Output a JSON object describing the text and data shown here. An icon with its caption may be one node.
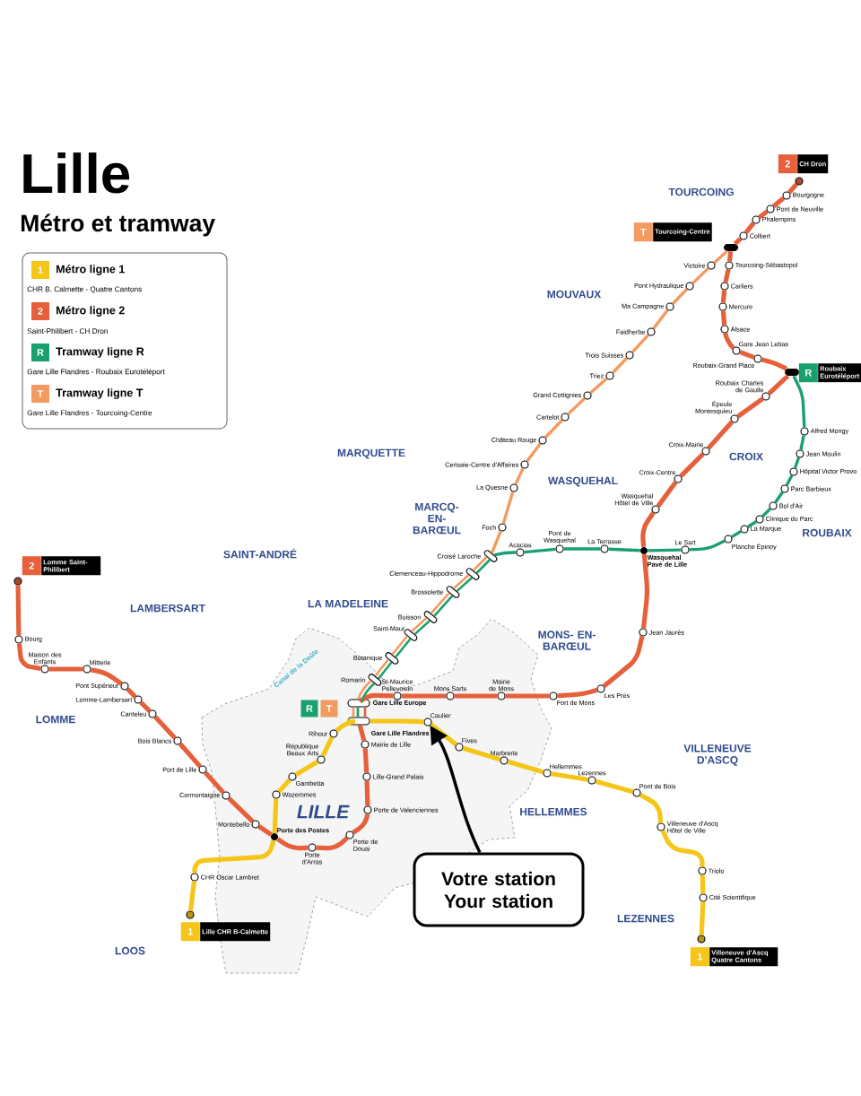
{
  "diagram": {
    "title": "Lille",
    "nodes": [
      {
        "text": [
          "1",
          "Lille CHR B-Calmette"
        ]
      },
      {
        "text": [
          "CHR Oscar Lambret"
        ]
      },
      {
        "text": [
          "Porte des Postes"
        ]
      },
      {
        "text": [
          "Wazemmes"
        ]
      },
      {
        "text": [
          "Gambetta"
        ]
      },
      {
        "text": [
          "République Beaux Arts"
        ]
      },
      {
        "text": [
          "Rihour"
        ]
      },
      {
        "text": [
          "Gare Lille Flandres"
        ]
      },
      {
        "text": [
          "Caulier"
        ]
      },
      {
        "text": [
          "Fives"
        ]
      },
      {
        "text": [
          "Marbrerie"
        ]
      },
      {
        "text": [
          "Hellemmes"
        ]
      },
      {
        "text": [
          "Lezennes"
        ]
      },
      {
        "text": [
          "Pont de Bois"
        ]
      },
      {
        "text": [
          "Villeneuve d'Ascq Hôtel de Ville"
        ]
      },
      {
        "text": [
          "Triolo"
        ]
      },
      {
        "text": [
          "Cité Scientifique"
        ]
      },
      {
        "text": [
          "1",
          "Villeneuve d'Ascq Quatre Cantons"
        ]
      },
      {
        "text": [
          "2",
          "Lomme Saint-Philibert"
        ]
      },
      {
        "text": [
          "Bourg"
        ]
      },
      {
        "text": [
          "Maison des Enfants"
        ]
      },
      {
        "text": [
          "Mitterie"
        ]
      },
      {
        "text": [
          "Pont Supérieur"
        ]
      },
      {
        "text": [
          "Lomme-Lambersart"
        ]
      },
      {
        "text": [
          "Canteleu"
        ]
      },
      {
        "text": [
          "Bois Blancs"
        ]
      },
      {
        "text": [
          "Port de Lille"
        ]
      },
      {
        "text": [
          "Cormontaigne"
        ]
      },
      {
        "text": [
          "Montebello"
        ]
      },
      {
        "text": [
          "Porte d'Arras"
        ]
      },
      {
        "text": [
          "Porte de Douai"
        ]
      },
      {
        "text": [
          "Porte de Valenciennes"
        ]
      },
      {
        "text": [
          "Lille-Grand Palais"
        ]
      },
      {
        "text": [
          "Mairie de Lille"
        ]
      },
      {
        "text": [
          "Gare Lille Europe"
        ]
      },
      {
        "text": [
          "St-Maurice Pellevoisin"
        ]
      },
      {
        "text": [
          "Mons Sarts"
        ]
      },
      {
        "text": [
          "Mairie de Mons"
        ]
      },
      {
        "text": [
          "Fort de Mons"
        ]
      },
      {
        "text": [
          "Les Prés"
        ]
      },
      {
        "text": [
          "Jean Jaurès"
        ]
      },
      {
        "text": [
          "Wasquehal Pavé de Lille"
        ]
      },
      {
        "text": [
          "Wasquehal Hôtel de Ville"
        ]
      },
      {
        "text": [
          "Croix-Centre"
        ]
      },
      {
        "text": [
          "Croix-Mairie"
        ]
      },
      {
        "text": [
          "Épeule Montesquieu"
        ]
      },
      {
        "text": [
          "Roubaix Charles de Gaulle"
        ]
      },
      {
        "text": [
          "R",
          "Roubaix Eurotéléport"
        ]
      },
      {
        "text": [
          "Roubaix-Grand Place"
        ]
      },
      {
        "text": [
          "Gare Jean Lebas"
        ]
      },
      {
        "text": [
          "Alsace"
        ]
      },
      {
        "text": [
          "Mercure"
        ]
      },
      {
        "text": [
          "Carliers"
        ]
      },
      {
        "text": [
          "Tourcoing-Sébastopol"
        ]
      },
      {
        "text": [
          "T",
          "Tourcoing-Centre"
        ]
      },
      {
        "text": [
          "Colbert"
        ]
      },
      {
        "text": [
          "Phalempins"
        ]
      },
      {
        "text": [
          "Pont de Neuville"
        ]
      },
      {
        "text": [
          "Bourgogne"
        ]
      },
      {
        "text": [
          "2",
          "CH Dron"
        ]
      },
      {
        "text": [
          "Romarin"
        ]
      },
      {
        "text": [
          "Botanique"
        ]
      },
      {
        "text": [
          "Saint-Maur"
        ]
      },
      {
        "text": [
          "Buisson"
        ]
      },
      {
        "text": [
          "Brossolette"
        ]
      },
      {
        "text": [
          "Clemenceau-Hippodrome"
        ]
      },
      {
        "text": [
          "Croisé Laroche"
        ]
      },
      {
        "text": [
          "Foch"
        ]
      },
      {
        "text": [
          "La Quesne"
        ]
      },
      {
        "text": [
          "Cerisaie-Centre d'Affaires"
        ]
      },
      {
        "text": [
          "Château Rouge"
        ]
      },
      {
        "text": [
          "Cartelot"
        ]
      },
      {
        "text": [
          "Grand Cottignies"
        ]
      },
      {
        "text": [
          "Triez"
        ]
      },
      {
        "text": [
          "Trois Suisses"
        ]
      },
      {
        "text": [
          "Faidherbe"
        ]
      },
      {
        "text": [
          "Ma Campagne"
        ]
      },
      {
        "text": [
          "Pont Hydraulique"
        ]
      },
      {
        "text": [
          "Victoire"
        ]
      },
      {
        "text": [
          "Acacias"
        ]
      },
      {
        "text": [
          "Pont de Wasquehal"
        ]
      },
      {
        "text": [
          "La Terrasse"
        ]
      },
      {
        "text": [
          "Le Sart"
        ]
      },
      {
        "text": [
          "Planche Épinoy"
        ]
      },
      {
        "text": [
          "La Marque"
        ]
      },
      {
        "text": [
          "Clinique du Parc"
        ]
      },
      {
        "text": [
          "Bol d'Air"
        ]
      },
      {
        "text": [
          "Parc Barbieux"
        ]
      },
      {
        "text": [
          "Hôpital Victor Provo"
        ]
      },
      {
        "text": [
          "Jean Moulin"
        ]
      },
      {
        "text": [
          "Alfred Mongy"
        ]
      },
      {
        "text": [
          "Votre station Your station"
        ]
      }
    ],
    "edges": [
      {
        "from": 0,
        "to": 1,
        "arrow": "none",
        "color": "#f5c518"
      },
      {
        "from": 1,
        "to": 2,
        "arrow": "none",
        "color": "#f5c518"
      },
      {
        "from": 2,
        "to": 3,
        "arrow": "none",
        "color": "#f5c518"
      },
      {
        "from": 3,
        "to": 4,
        "arrow": "none",
        "color": "#f5c518"
      },
      {
        "from": 4,
        "to": 5,
        "arrow": "none",
        "color": "#f5c518"
      },
      {
        "from": 5,
        "to": 6,
        "arrow": "none",
        "color": "#f5c518"
      },
      {
        "from": 6,
        "to": 7,
        "arrow": "none",
        "color": "#f5c518"
      },
      {
        "from": 7,
        "to": 8,
        "arrow": "none",
        "color": "#f5c518"
      },
      {
        "from": 8,
        "to": 9,
        "arrow": "none",
        "color": "#f5c518"
      },
      {
        "from": 9,
        "to": 10,
        "arrow": "none",
        "color": "#f5c518"
      },
      {
        "from": 10,
        "to": 11,
        "arrow": "none",
        "color": "#f5c518"
      },
      {
        "from": 11,
        "to": 12,
        "arrow": "none",
        "color": "#f5c518"
      },
      {
        "from": 12,
        "to": 13,
        "arrow": "none",
        "color": "#f5c518"
      },
      {
        "from": 13,
        "to": 14,
        "arrow": "none",
        "color": "#f5c518"
      },
      {
        "from": 14,
        "to": 15,
        "arrow": "none",
        "color": "#f5c518"
      },
      {
        "from": 15,
        "to": 16,
        "arrow": "none",
        "color": "#f5c518"
      },
      {
        "from": 16,
        "to": 17,
        "arrow": "none",
        "color": "#f5c518"
      },
      {
        "from": 18,
        "to": 19,
        "arrow": "none"
      },
      {
        "from": 19,
        "to": 20,
        "arrow": "none"
      },
      {
        "from": 20,
        "to": 21,
        "arrow": "none"
      },
      {
        "from": 21,
        "to": 22,
        "arrow": "none"
      },
      {
        "from": 22,
        "to": 23,
        "arrow": "none"
      },
      {
        "from": 23,
        "to": 24,
        "arrow": "none"
      },
      {
        "from": 24,
        "to": 25,
        "arrow": "none"
      },
      {
        "from": 25,
        "to": 26,
        "arrow": "none"
      },
      {
        "from": 26,
        "to": 27,
        "arrow": "none"
      },
      {
        "from": 27,
        "to": 28,
        "arrow": "none"
      },
      {
        "from": 28,
        "to": 2,
        "arrow": "none"
      },
      {
        "from": 2,
        "to": 29,
        "arrow": "none"
      },
      {
        "from": 29,
        "to": 30,
        "arrow": "none"
      },
      {
        "from": 30,
        "to": 31,
        "arrow": "none"
      },
      {
        "from": 31,
        "to": 32,
        "arrow": "none"
      },
      {
        "from": 32,
        "to": 33,
        "arrow": "none"
      },
      {
        "from": 33,
        "to": 7,
        "arrow": "none"
      },
      {
        "from": 7,
        "to": 34,
        "arrow": "none"
      },
      {
        "from": 34,
        "to": 35,
        "arrow": "none"
      },
      {
        "from": 35,
        "to": 36,
        "arrow": "none"
      },
      {
        "from": 36,
        "to": 37,
        "arrow": "none"
      },
      {
        "from": 37,
        "to": 38,
        "arrow": "none"
      },
      {
        "from": 38,
        "to": 39,
        "arrow": "none"
      },
      {
        "from": 39,
        "to": 40,
        "arrow": "none"
      },
      {
        "from": 40,
        "to": 41,
        "arrow": "none"
      },
      {
        "from": 41,
        "to": 42,
        "arrow": "none"
      },
      {
        "from": 42,
        "to": 43,
        "arrow": "none"
      },
      {
        "from": 43,
        "to": 44,
        "arrow": "none"
      },
      {
        "from": 44,
        "to": 45,
        "arrow": "none"
      },
      {
        "from": 45,
        "to": 46,
        "arrow": "none"
      },
      {
        "from": 46,
        "to": 47,
        "arrow": "none"
      },
      {
        "from": 47,
        "to": 48,
        "arrow": "none"
      },
      {
        "from": 48,
        "to": 49,
        "arrow": "none"
      },
      {
        "from": 49,
        "to": 50,
        "arrow": "none"
      },
      {
        "from": 50,
        "to": 51,
        "arrow": "none"
      },
      {
        "from": 51,
        "to": 52,
        "arrow": "none"
      },
      {
        "from": 52,
        "to": 53,
        "arrow": "none"
      },
      {
        "from": 53,
        "to": 54,
        "arrow": "none"
      },
      {
        "from": 54,
        "to": 55,
        "arrow": "none"
      },
      {
        "from": 55,
        "to": 56,
        "arrow": "none"
      },
      {
        "from": 56,
        "to": 57,
        "arrow": "none"
      },
      {
        "from": 57,
        "to": 58,
        "arrow": "none"
      },
      {
        "from": 58,
        "to": 59,
        "arrow": "none"
      },
      {
        "from": 7,
        "to": 34,
        "arrow": "none",
        "color": "#f39a60"
      },
      {
        "from": 34,
        "to": 60,
        "arrow": "none",
        "color": "#f39a60"
      },
      {
        "from": 60,
        "to": 61,
        "arrow": "none",
        "color": "#f39a60"
      },
      {
        "from": 61,
        "to": 62,
        "arrow": "none",
        "color": "#f39a60"
      },
      {
        "from": 62,
        "to": 63,
        "arrow": "none",
        "color": "#f39a60"
      },
      {
        "from": 63,
        "to": 64,
        "arrow": "none",
        "color": "#f39a60"
      },
      {
        "from": 64,
        "to": 65,
        "arrow": "none",
        "color": "#f39a60"
      },
      {
        "from": 65,
        "to": 66,
        "arrow": "none",
        "color": "#f39a60"
      },
      {
        "from": 66,
        "to": 67,
        "arrow": "none",
        "color": "#f39a60"
      },
      {
        "from": 67,
        "to": 68,
        "arrow": "none",
        "color": "#f39a60"
      },
      {
        "from": 68,
        "to": 69,
        "arrow": "none",
        "color": "#f39a60"
      },
      {
        "from": 69,
        "to": 70,
        "arrow": "none",
        "color": "#f39a60"
      },
      {
        "from": 70,
        "to": 71,
        "arrow": "none",
        "color": "#f39a60"
      },
      {
        "from": 71,
        "to": 72,
        "arrow": "none",
        "color": "#f39a60"
      },
      {
        "from": 72,
        "to": 73,
        "arrow": "none",
        "color": "#f39a60"
      },
      {
        "from": 73,
        "to": 74,
        "arrow": "none",
        "color": "#f39a60"
      },
      {
        "from": 74,
        "to": 75,
        "arrow": "none",
        "color": "#f39a60"
      },
      {
        "from": 75,
        "to": 76,
        "arrow": "none",
        "color": "#f39a60"
      },
      {
        "from": 76,
        "to": 77,
        "arrow": "none",
        "color": "#f39a60"
      },
      {
        "from": 77,
        "to": 78,
        "arrow": "none",
        "color": "#f39a60"
      },
      {
        "from": 78,
        "to": 54,
        "arrow": "none",
        "color": "#f39a60"
      },
      {
        "from": 7,
        "to": 34,
        "arrow": "none",
        "color": "#19a06e"
      },
      {
        "from": 34,
        "to": 60,
        "arrow": "none",
        "color": "#19a06e"
      },
      {
        "from": 60,
        "to": 61,
        "arrow": "none",
        "color": "#19a06e"
      },
      {
        "from": 61,
        "to": 62,
        "arrow": "none",
        "color": "#19a06e"
      },
      {
        "from": 62,
        "to": 63,
        "arrow": "none",
        "color": "#19a06e"
      },
      {
        "from": 63,
        "to": 64,
        "arrow": "none",
        "color": "#19a06e"
      },
      {
        "from": 64,
        "to": 65,
        "arrow": "none",
        "color": "#19a06e"
      },
      {
        "from": 65,
        "to": 66,
        "arrow": "none",
        "color": "#19a06e"
      },
      {
        "from": 66,
        "to": 79,
        "arrow": "none",
        "color": "#19a06e"
      },
      {
        "from": 79,
        "to": 80,
        "arrow": "none",
        "color": "#19a06e"
      },
      {
        "from": 80,
        "to": 81,
        "arrow": "none",
        "color": "#19a06e"
      },
      {
        "from": 81,
        "to": 41,
        "arrow": "none",
        "color": "#19a06e"
      },
      {
        "from": 41,
        "to": 82,
        "arrow": "none",
        "color": "#19a06e"
      },
      {
        "from": 82,
        "to": 83,
        "arrow": "none",
        "color": "#19a06e"
      },
      {
        "from": 83,
        "to": 84,
        "arrow": "none",
        "color": "#19a06e"
      },
      {
        "from": 84,
        "to": 85,
        "arrow": "none",
        "color": "#19a06e"
      },
      {
        "from": 85,
        "to": 86,
        "arrow": "none",
        "color": "#19a06e"
      },
      {
        "from": 86,
        "to": 87,
        "arrow": "none",
        "color": "#19a06e"
      },
      {
        "from": 87,
        "to": 88,
        "arrow": "none",
        "color": "#19a06e"
      },
      {
        "from": 88,
        "to": 89,
        "arrow": "none",
        "color": "#19a06e"
      },
      {
        "from": 89,
        "to": 90,
        "arrow": "none",
        "color": "#19a06e"
      },
      {
        "from": 90,
        "to": 47,
        "arrow": "none",
        "color": "#19a06e"
      },
      {
        "from": 91,
        "to": 8,
        "arrow": "to",
        "color": "#000000"
      }
    ],
    "labels": [
      "Métro et tramway",
      "1",
      "CHR B. Calmette - Quatre Cantons",
      "2",
      "Saint-Philibert - CH Dron",
      "R",
      "Gare Lille Flandres - Roubaix Eurotéléport",
      "T",
      "Gare Lille Flandres - Tourcoing-Centre",
      "TOURCOING",
      "MOUVAUX",
      "MARQUETTE",
      "CROIX",
      "WASQUEHAL",
      "MARCQ- EN- BARŒUL",
      "ROUBAIX",
      "SAINT-ANDRÉ",
      "LA MADELEINE",
      "LAMBERSART",
      "MONS- EN- BARŒUL",
      "Canal de la Deûle",
      "R",
      "T",
      "LOMME",
      "VILLENEUVE D'ASCQ",
      "LILLE",
      "HELLEMMES",
      "LEZENNES",
      "LOOS"
    ],
    "legend": [
      {
        "text": "Métro ligne 1",
        "color": "#f5c518"
      },
      {
        "text": "Métro ligne 2",
        "color": "#e5603b"
      },
      {
        "text": "Tramway ligne R",
        "color": "#19a06e"
      },
      {
        "text": "Tramway ligne T",
        "color": "#f39a60"
      }
    ]
  }
}
